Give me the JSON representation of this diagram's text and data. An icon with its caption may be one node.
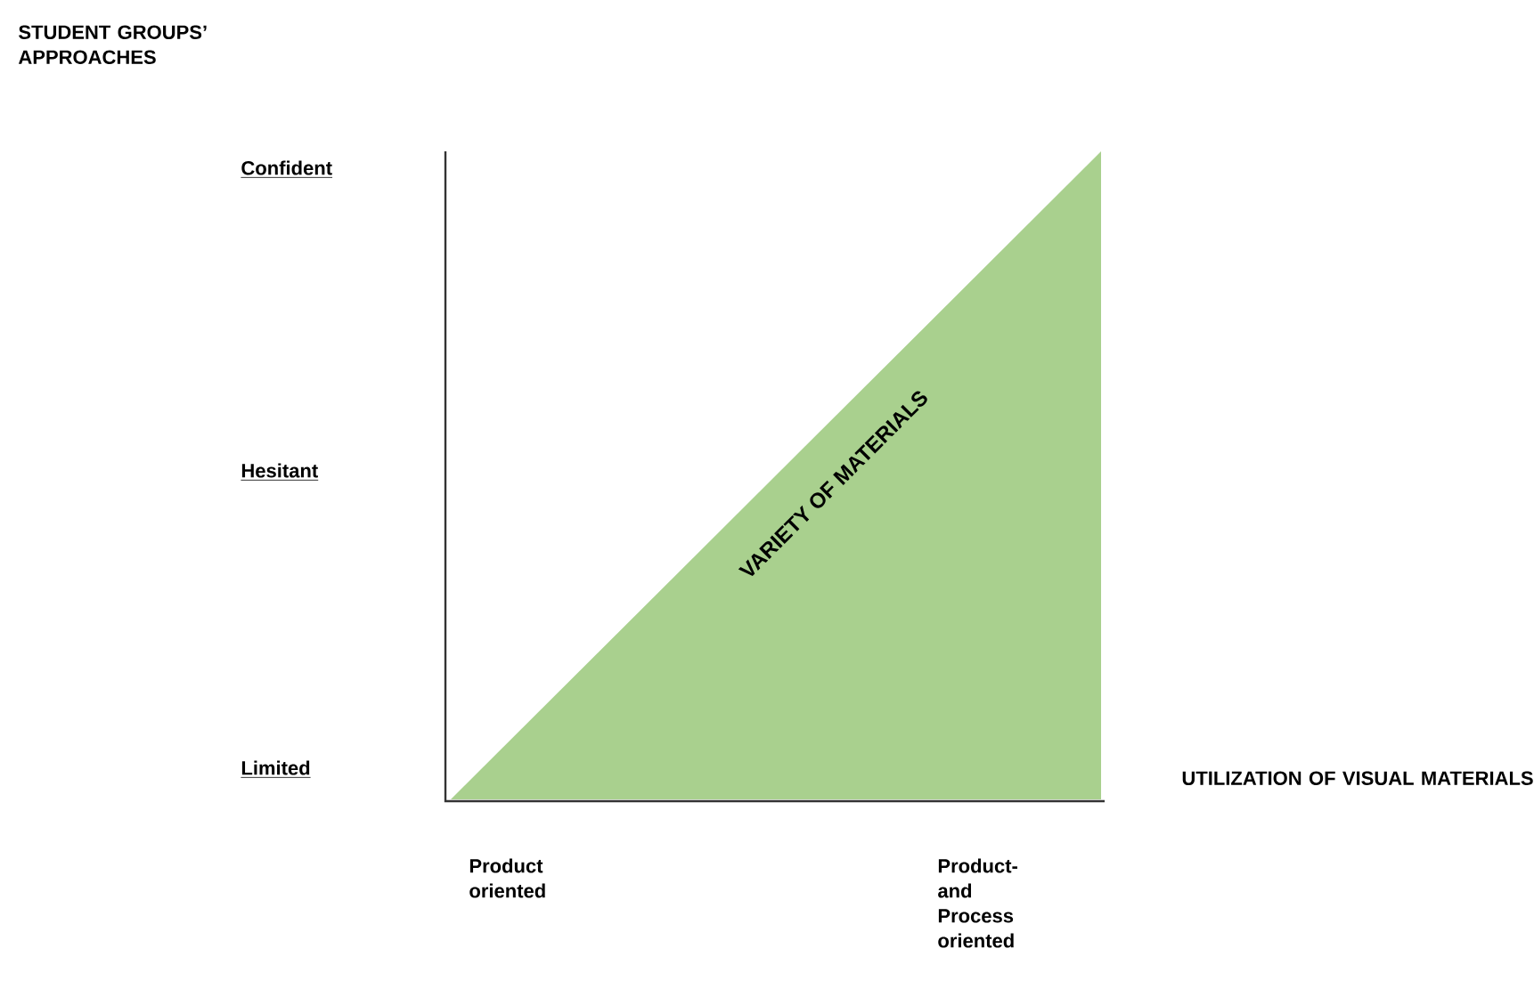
{
  "diagram": {
    "nodes": [
      {
        "text": [
          "VARIETY OF MATERIALS"
        ]
      }
    ],
    "labels": [
      "STUDENT GROUPS’ APPROACHES",
      "Confident",
      "Hesitant",
      "Limited",
      "UTILIZATION OF VISUAL MATERIALS",
      "Product oriented",
      "Product- and Process oriented"
    ]
  }
}
